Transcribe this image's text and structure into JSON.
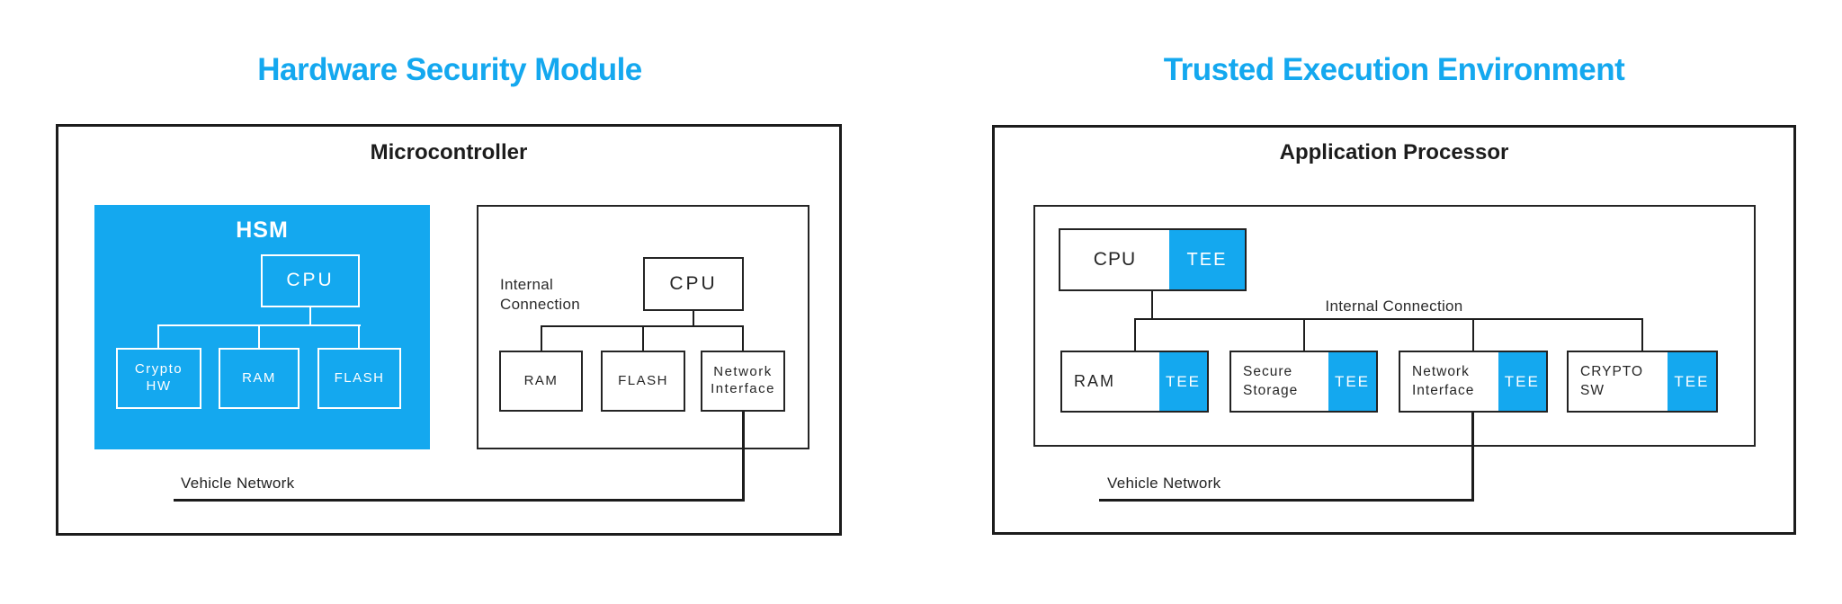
{
  "left": {
    "title": "Hardware Security Module",
    "container_label": "Microcontroller",
    "hsm": {
      "label": "HSM",
      "cpu_label": "CPU",
      "children": [
        "Crypto\nHW",
        "RAM",
        "FLASH"
      ]
    },
    "internal": {
      "connection_label": "Internal\nConnection",
      "cpu_label": "CPU",
      "children": [
        "RAM",
        "FLASH",
        "Network\nInterface"
      ]
    },
    "vehicle_network_label": "Vehicle Network"
  },
  "right": {
    "title": "Trusted Execution Environment",
    "container_label": "Application Processor",
    "internal_connection_label": "Internal Connection",
    "cpu": {
      "label": "CPU",
      "tee_label": "TEE"
    },
    "children": [
      {
        "label": "RAM",
        "tee_label": "TEE"
      },
      {
        "label": "Secure\nStorage",
        "tee_label": "TEE"
      },
      {
        "label": "Network\nInterface",
        "tee_label": "TEE"
      },
      {
        "label": "CRYPTO\nSW",
        "tee_label": "TEE"
      }
    ],
    "vehicle_network_label": "Vehicle Network"
  },
  "colors": {
    "accent_blue": "#14A8EF",
    "line_black": "#1d1d1d",
    "node_stroke_white": "#ffffff"
  }
}
